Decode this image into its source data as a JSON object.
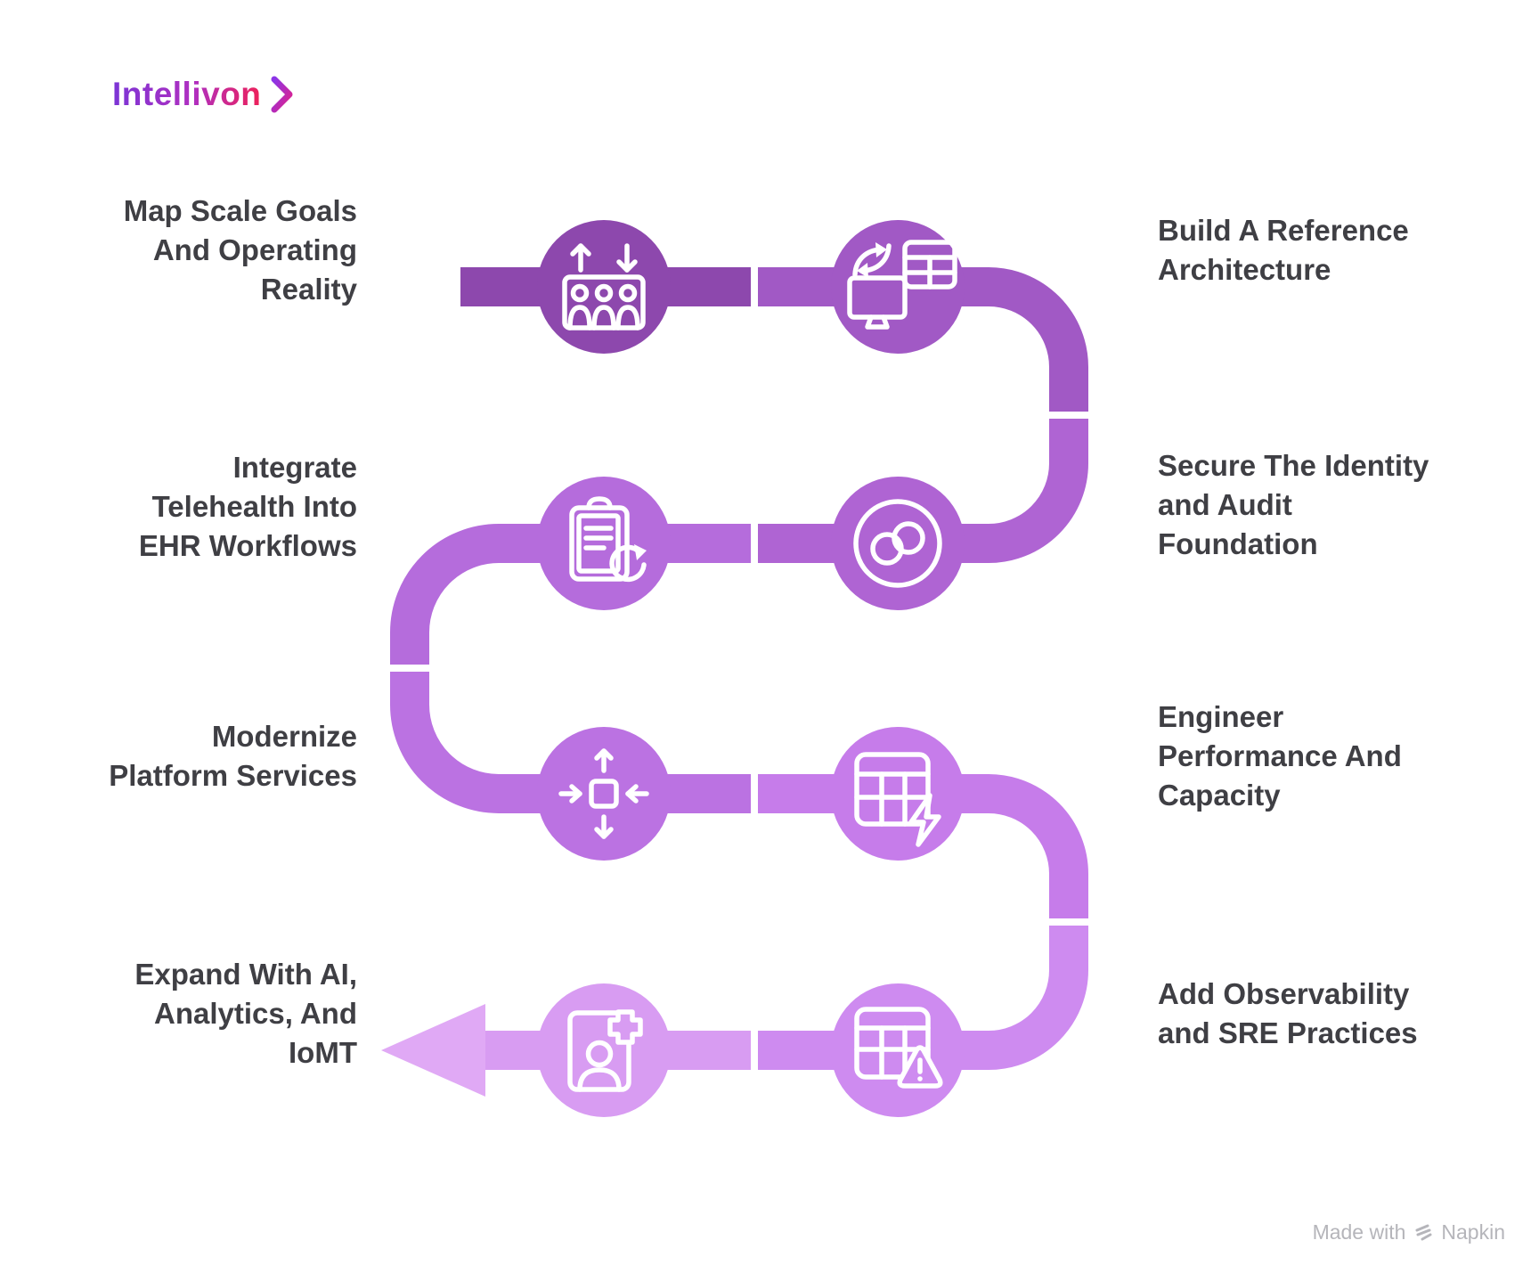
{
  "brand": {
    "logo_text": "Intellivon",
    "logo_gradient": [
      "#7B35D6",
      "#B02FC0",
      "#EE2158"
    ],
    "chevron_gradient": [
      "#8B35E8",
      "#E0218A"
    ]
  },
  "footer": {
    "made_with": "Made with",
    "brand": "Napkin",
    "color": "#B5B5BA"
  },
  "flow": {
    "text_color": "#3F3F44",
    "arrow_color": "#E0A9F5",
    "steps": [
      {
        "n": 1,
        "label": "Map Scale Goals\nAnd Operating\nReality",
        "side": "left",
        "color": "#8D48AD",
        "icon": "people-capacity-icon"
      },
      {
        "n": 2,
        "label": "Build A Reference\nArchitecture",
        "side": "right",
        "color": "#A159C5",
        "icon": "data-transfer-icon"
      },
      {
        "n": 3,
        "label": "Secure The Identity\nand Audit\nFoundation",
        "side": "right",
        "color": "#AF64D3",
        "icon": "linked-rings-icon"
      },
      {
        "n": 4,
        "label": "Integrate\nTelehealth Into\nEHR Workflows",
        "side": "left",
        "color": "#B56CDC",
        "icon": "clipboard-sync-icon"
      },
      {
        "n": 5,
        "label": "Modernize\nPlatform Services",
        "side": "left",
        "color": "#BB72E2",
        "icon": "resize-square-icon"
      },
      {
        "n": 6,
        "label": "Engineer\nPerformance And\nCapacity",
        "side": "right",
        "color": "#C67CEA",
        "icon": "table-lightning-icon"
      },
      {
        "n": 7,
        "label": "Add Observability\nand SRE Practices",
        "side": "right",
        "color": "#CE8BF0",
        "icon": "table-warning-icon"
      },
      {
        "n": 8,
        "label": "Expand With AI,\nAnalytics, And\nIoMT",
        "side": "left",
        "color": "#D89CF2",
        "icon": "patient-card-icon"
      }
    ]
  }
}
